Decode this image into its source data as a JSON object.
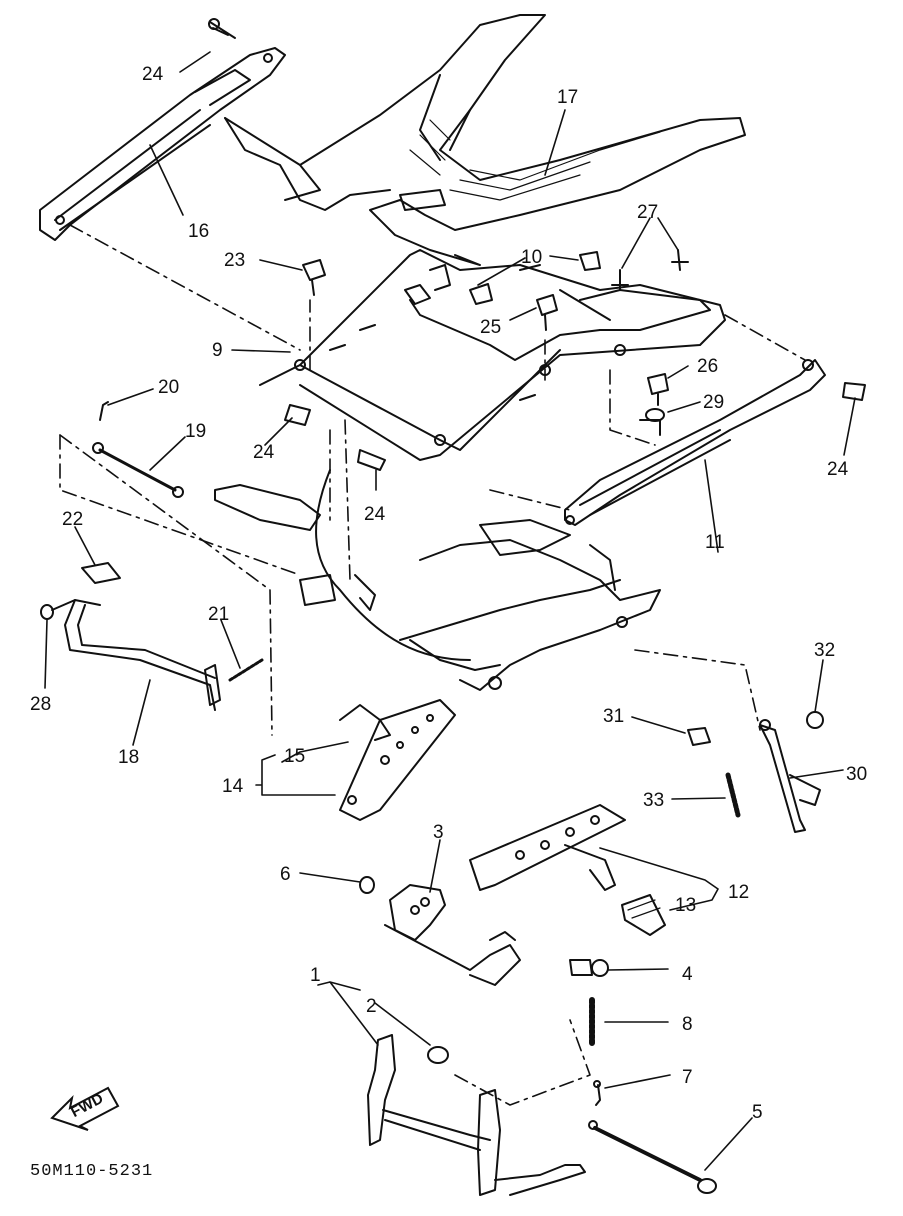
{
  "diagram": {
    "drawing_code": "50M110-5231",
    "fwd_label": "FWD",
    "callouts": {
      "c1": "1",
      "c2": "2",
      "c3": "3",
      "c4": "4",
      "c5": "5",
      "c6": "6",
      "c7": "7",
      "c8": "8",
      "c9": "9",
      "c10": "10",
      "c11": "11",
      "c12": "12",
      "c13": "13",
      "c14": "14",
      "c15": "15",
      "c16": "16",
      "c17": "17",
      "c18": "18",
      "c19": "19",
      "c20": "20",
      "c21": "21",
      "c22": "22",
      "c23": "23",
      "c24a": "24",
      "c24b": "24",
      "c24c": "24",
      "c24d": "24",
      "c25": "25",
      "c26": "26",
      "c27": "27",
      "c28": "28",
      "c29": "29",
      "c30": "30",
      "c31": "31",
      "c32": "32",
      "c33": "33"
    }
  }
}
